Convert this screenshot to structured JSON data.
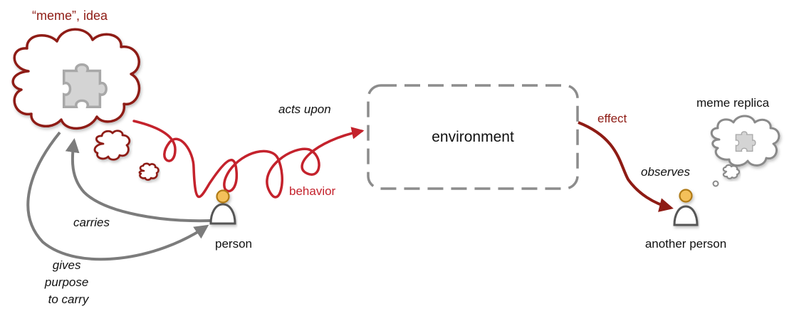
{
  "labels": {
    "meme_idea": "“meme”, idea",
    "acts_upon": "acts upon",
    "environment": "environment",
    "effect": "effect",
    "meme_replica": "meme replica",
    "observes": "observes",
    "behavior": "behavior",
    "carries": "carries",
    "person": "person",
    "another_person": "another person",
    "gives_purpose": [
      "gives",
      "purpose",
      "to carry"
    ]
  },
  "colors": {
    "dark_red": "#8e1b14",
    "behavior_red": "#c4222c",
    "text_red": "#8e1b14",
    "gray_arrow": "#7c7c7c",
    "cloud_gray": "#8a8a8a",
    "puzzle_fill": "#d4d4d4",
    "head_fill": "#f4c05a",
    "head_stroke": "#b07a12",
    "env_stroke": "#8c8c8c"
  },
  "icons": {
    "meme": "puzzle-piece-icon",
    "person": "person-icon",
    "thought": "thought-bubble-icon"
  }
}
